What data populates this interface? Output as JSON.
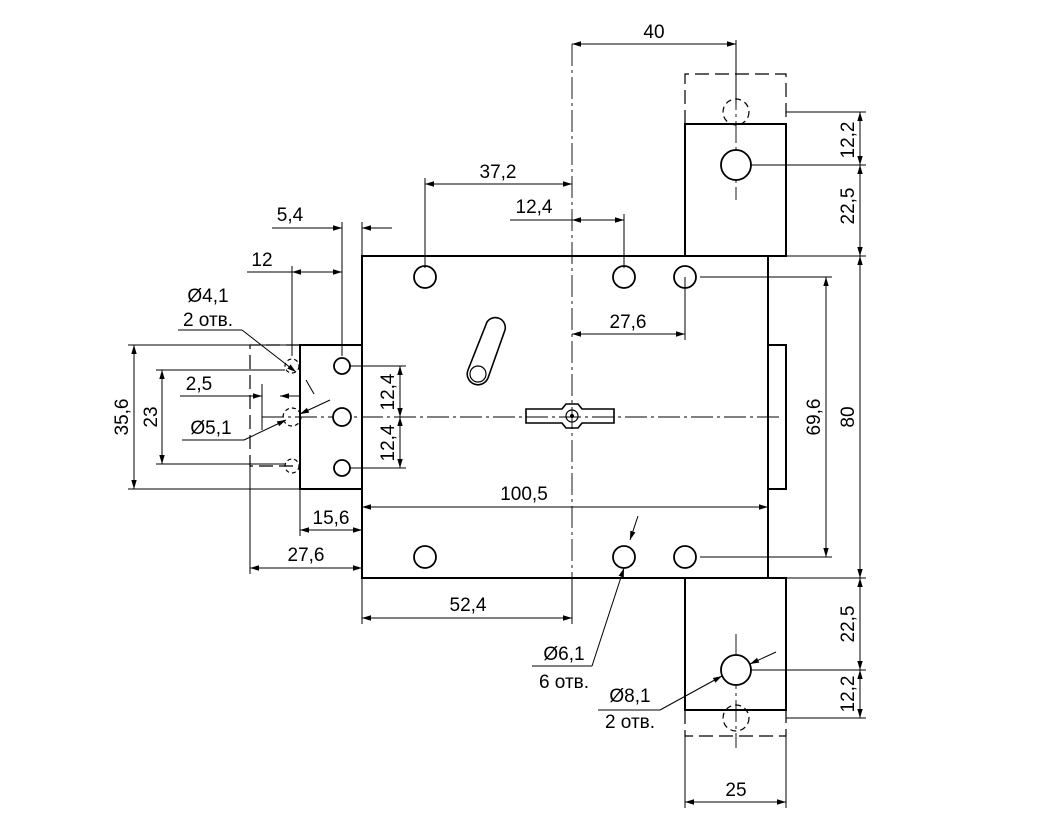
{
  "drawing": {
    "dims": {
      "d40": "40",
      "d37_2": "37,2",
      "d12_4_top": "12,4",
      "d5_4": "5,4",
      "d12": "12",
      "d27_6_top": "27,6",
      "d12_2_top": "12,2",
      "d22_5_top": "22,5",
      "d69_6": "69,6",
      "d80": "80",
      "d100_5": "100,5",
      "d15_6": "15,6",
      "d27_6_left": "27,6",
      "d52_4": "52,4",
      "d22_5_bot": "22,5",
      "d12_2_bot": "12,2",
      "d25": "25",
      "d35_6": "35,6",
      "d23": "23",
      "d2_5": "2,5",
      "d12_4_a": "12,4",
      "d12_4_b": "12,4"
    },
    "callouts": {
      "h41_size": "Ø4,1",
      "h41_qty": "2 отв.",
      "h51_size": "Ø5,1",
      "h61_size": "Ø6,1",
      "h61_qty": "6 отв.",
      "h81_size": "Ø8,1",
      "h81_qty": "2 отв."
    }
  }
}
